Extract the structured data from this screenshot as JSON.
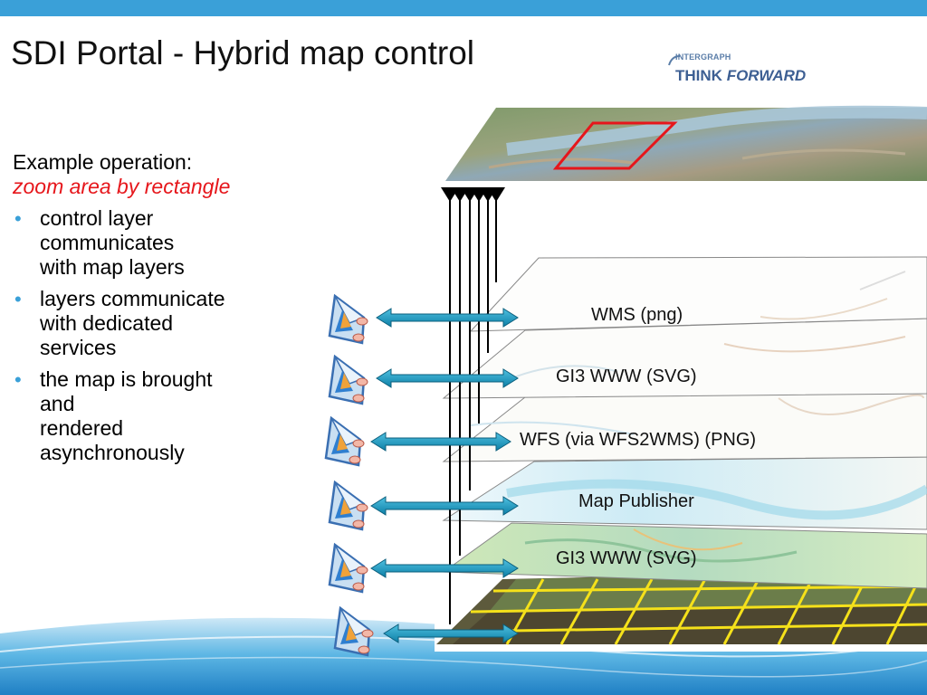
{
  "title": "SDI Portal - Hybrid map control",
  "logo": {
    "small": "INTERGRAPH",
    "think": "THINK",
    "forward": "FORWARD"
  },
  "left_panel": {
    "heading": "Example operation:",
    "subheading": "zoom area by rectangle",
    "bullets": [
      "control layer\ncommunicates\nwith map layers",
      "layers communicate\nwith dedicated\nservices",
      "the map is brought\nand\nrendered\nasynchronously"
    ]
  },
  "layers": [
    "WMS (png)",
    "GI3 WWW (SVG)",
    "WFS (via WFS2WMS) (PNG)",
    "Map Publisher",
    "GI3 WWW (SVG)"
  ],
  "colors": {
    "top_bar": "#3aa0d8",
    "bullet": "#3aa0d8",
    "emphasis": "#e6161b",
    "arrow_fill": "#0f8fb6",
    "selection_rect": "#e6161b",
    "grid_lines": "#f5e11a"
  },
  "icons": [
    "service-icon",
    "service-icon",
    "service-icon",
    "service-icon",
    "service-icon",
    "service-icon"
  ]
}
